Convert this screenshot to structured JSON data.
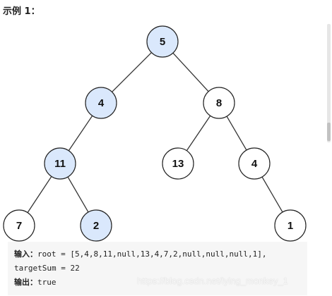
{
  "example_title": "示例 1：",
  "colors": {
    "node_highlight": "#dae8fc",
    "node_default": "#ffffff",
    "node_border": "#222222",
    "code_background": "#f6f6f6"
  },
  "tree": {
    "nodes": [
      {
        "id": "n5",
        "value": "5",
        "highlighted": true
      },
      {
        "id": "n4",
        "value": "4",
        "highlighted": true
      },
      {
        "id": "n8",
        "value": "8",
        "highlighted": false
      },
      {
        "id": "n11",
        "value": "11",
        "highlighted": true
      },
      {
        "id": "n13",
        "value": "13",
        "highlighted": false
      },
      {
        "id": "n4b",
        "value": "4",
        "highlighted": false
      },
      {
        "id": "n7",
        "value": "7",
        "highlighted": false
      },
      {
        "id": "n2",
        "value": "2",
        "highlighted": true
      },
      {
        "id": "n1",
        "value": "1",
        "highlighted": false
      }
    ],
    "edges": [
      [
        "n5",
        "n4"
      ],
      [
        "n5",
        "n8"
      ],
      [
        "n4",
        "n11"
      ],
      [
        "n8",
        "n13"
      ],
      [
        "n8",
        "n4b"
      ],
      [
        "n11",
        "n7"
      ],
      [
        "n11",
        "n2"
      ],
      [
        "n4b",
        "n1"
      ]
    ]
  },
  "code": {
    "input_label": "输入：",
    "input_value": "root = [5,4,8,11,null,13,4,7,2,null,null,null,1],",
    "input_value_cont": "targetSum = 22",
    "output_label": "输出：",
    "output_value": "true"
  },
  "watermark": "https://blog.csdn.net/lying_monkey_1"
}
